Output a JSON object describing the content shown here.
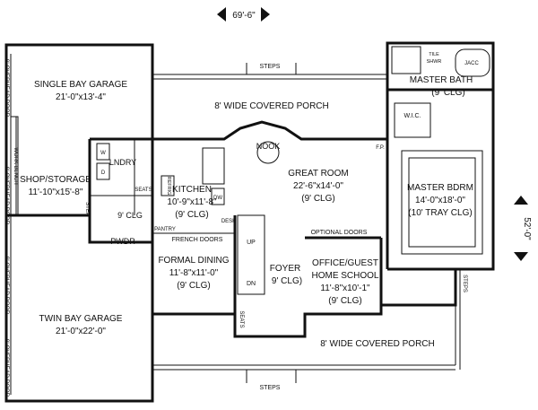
{
  "dimensions": {
    "overall_width": "69'-6\"",
    "overall_depth": "52'-0\""
  },
  "rooms": {
    "single_garage": {
      "name": "SINGLE BAY GARAGE",
      "size": "21'-0\"x13'-4\""
    },
    "twin_garage": {
      "name": "TWIN BAY GARAGE",
      "size": "21'-0\"x22'-0\""
    },
    "shop": {
      "name": "SHOP/STORAGE",
      "size": "11'-10\"x15'-8\""
    },
    "laundry": {
      "name": "LNDRY"
    },
    "laundry_clg": "9' CLG",
    "powder": {
      "name": "PWDR"
    },
    "kitchen": {
      "name": "KITCHEN",
      "size": "10'-9\"x11'-8\"",
      "clg": "(9' CLG)"
    },
    "great_room": {
      "name": "GREAT ROOM",
      "size": "22'-6\"x14'-0\"",
      "clg": "(9' CLG)"
    },
    "nook": {
      "name": "NOOK"
    },
    "dining": {
      "name": "FORMAL DINING",
      "size": "11'-8\"x11'-0\"",
      "clg": "(9' CLG)"
    },
    "foyer": {
      "name": "FOYER",
      "clg": "9' CLG)"
    },
    "office": {
      "line1": "OFFICE/GUEST",
      "line2": "HOME SCHOOL",
      "size": "11'-8\"x10'-1\"",
      "clg": "(9' CLG)"
    },
    "master_bdrm": {
      "name": "MASTER BDRM",
      "size": "14'-0\"x18'-0\"",
      "clg": "(10' TRAY CLG)"
    },
    "master_bath": {
      "name": "MASTER BATH",
      "clg": "(9' CLG)"
    },
    "wic": {
      "name": "W.I.C."
    }
  },
  "porches": {
    "rear": "8' WIDE COVERED PORCH",
    "front": "8' WIDE COVERED PORCH"
  },
  "labels": {
    "steps_top": "STEPS",
    "steps_bottom": "STEPS",
    "steps_right": "STEPS",
    "step_left": "STEP",
    "overhead_door_1": "9' OVERHEAD DOOR",
    "overhead_door_2": "9' OVERHEAD DOOR",
    "overhead_door_3": "9' OVERHEAD DOOR",
    "overhead_door_4": "9' OVERHEAD DOOR",
    "work_bench": "WORK BENCH",
    "french_doors": "FRENCH DOORS",
    "optional_doors": "OPTIONAL DOORS",
    "pantry": "PANTRY",
    "desk": "DESK",
    "seats_left": "SEATS",
    "seats_foyer": "SEATS",
    "refrig": "REFRIG",
    "dw": "DW",
    "up": "UP",
    "dn": "DN",
    "fp": "F.P.",
    "tile_shwr_1": "TILE",
    "tile_shwr_2": "SHWR",
    "jacc": "JACC",
    "w": "W",
    "d": "D"
  }
}
